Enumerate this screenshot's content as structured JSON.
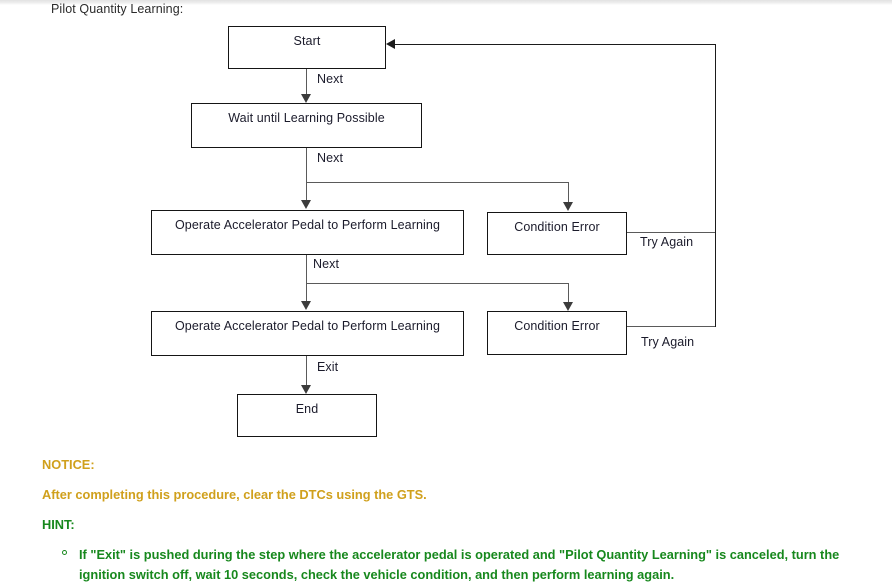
{
  "caption": "Pilot Quantity Learning:",
  "flow": {
    "nodes": [
      {
        "id": "start",
        "label": "Start"
      },
      {
        "id": "wait",
        "label": "Wait until Learning Possible"
      },
      {
        "id": "operate1",
        "label": "Operate Accelerator Pedal to Perform Learning"
      },
      {
        "id": "error1",
        "label": "Condition Error"
      },
      {
        "id": "operate2",
        "label": "Operate Accelerator Pedal to Perform Learning"
      },
      {
        "id": "error2",
        "label": "Condition Error"
      },
      {
        "id": "end",
        "label": "End"
      }
    ],
    "edges": [
      {
        "id": "e-start-wait",
        "label": "Next"
      },
      {
        "id": "e-wait-branch",
        "label": "Next"
      },
      {
        "id": "e-op1-branch",
        "label": "Next"
      },
      {
        "id": "e-op2-end",
        "label": "Exit"
      },
      {
        "id": "e-err1-retry",
        "label": "Try Again"
      },
      {
        "id": "e-err2-retry",
        "label": "Try Again"
      }
    ]
  },
  "notice": {
    "heading": "NOTICE:",
    "body": "After completing this procedure, clear the DTCs using the GTS.",
    "color": "#d0a01c"
  },
  "hint": {
    "heading": "HINT:",
    "items": [
      "If \"Exit\" is pushed during the step where the accelerator pedal is operated and \"Pilot Quantity Learning\" is canceled, turn the ignition switch off, wait 10 seconds, check the vehicle condition, and then perform learning again."
    ],
    "color": "#17881d"
  }
}
